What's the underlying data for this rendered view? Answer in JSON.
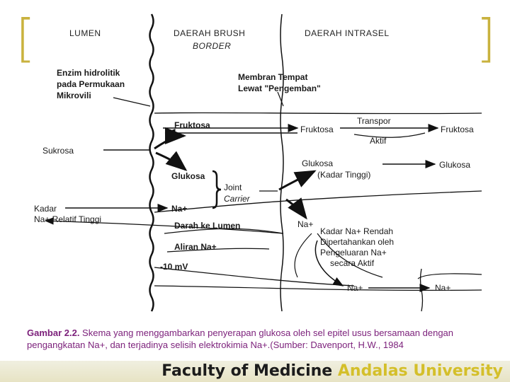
{
  "headers": {
    "lumen": "LUMEN",
    "brush_border_line1": "DAERAH BRUSH",
    "brush_border_line2": "BORDER",
    "intrasel": "DAERAH INTRASEL"
  },
  "labels": {
    "enzim_1": "Enzim hidrolitik",
    "enzim_2": "pada Permukaan",
    "enzim_3": "Mikrovili",
    "membran_1": "Membran Tempat",
    "membran_2": "Lewat \"Pengemban\"",
    "fruktosa_bb": "Fruktosa",
    "fruktosa_mid": "Fruktosa",
    "fruktosa_right": "Fruktosa",
    "transpor_1": "Transpor",
    "transpor_2": "Aktif",
    "sukrosa": "Sukrosa",
    "glukosa_mid_1": "Glukosa",
    "glukosa_mid_2": "(Kadar Tinggi)",
    "glukosa_right": "Glukosa",
    "glukosa_bb": "Glukosa",
    "joint_1": "Joint",
    "joint_2": "Carrier",
    "kadar_1": "Kadar",
    "kadar_2": "Na+ Relatif Tinggi",
    "na_bb": "Na+",
    "na_mid": "Na+",
    "darah": "Darah ke Lumen",
    "aliran": "Aliran Na+",
    "mv": "-10 mV",
    "kadar_rendah_1": "Kadar Na+ Rendah",
    "kadar_rendah_2": "Dipertahankan oleh",
    "kadar_rendah_3": "Pengeluaran Na+",
    "kadar_rendah_4": "secara Aktif",
    "na_bottom_mid": "Na+",
    "na_bottom_right": "Na+"
  },
  "caption": {
    "bold": "Gambar 2.2.",
    "text": " Skema yang menggambarkan penyerapan glukosa oleh sel epitel usus bersamaan dengan pengangkatan Na+, dan terjadinya selisih elektrokimia Na+.(Sumber: Davenport, H.W., 1984"
  },
  "footer": {
    "part1": "Faculty of Medicine ",
    "part2": "Andalas University"
  },
  "colors": {
    "bracket": "#c9b23e",
    "caption": "#7b1f7a",
    "footer_yellow": "#d4bf2a"
  }
}
